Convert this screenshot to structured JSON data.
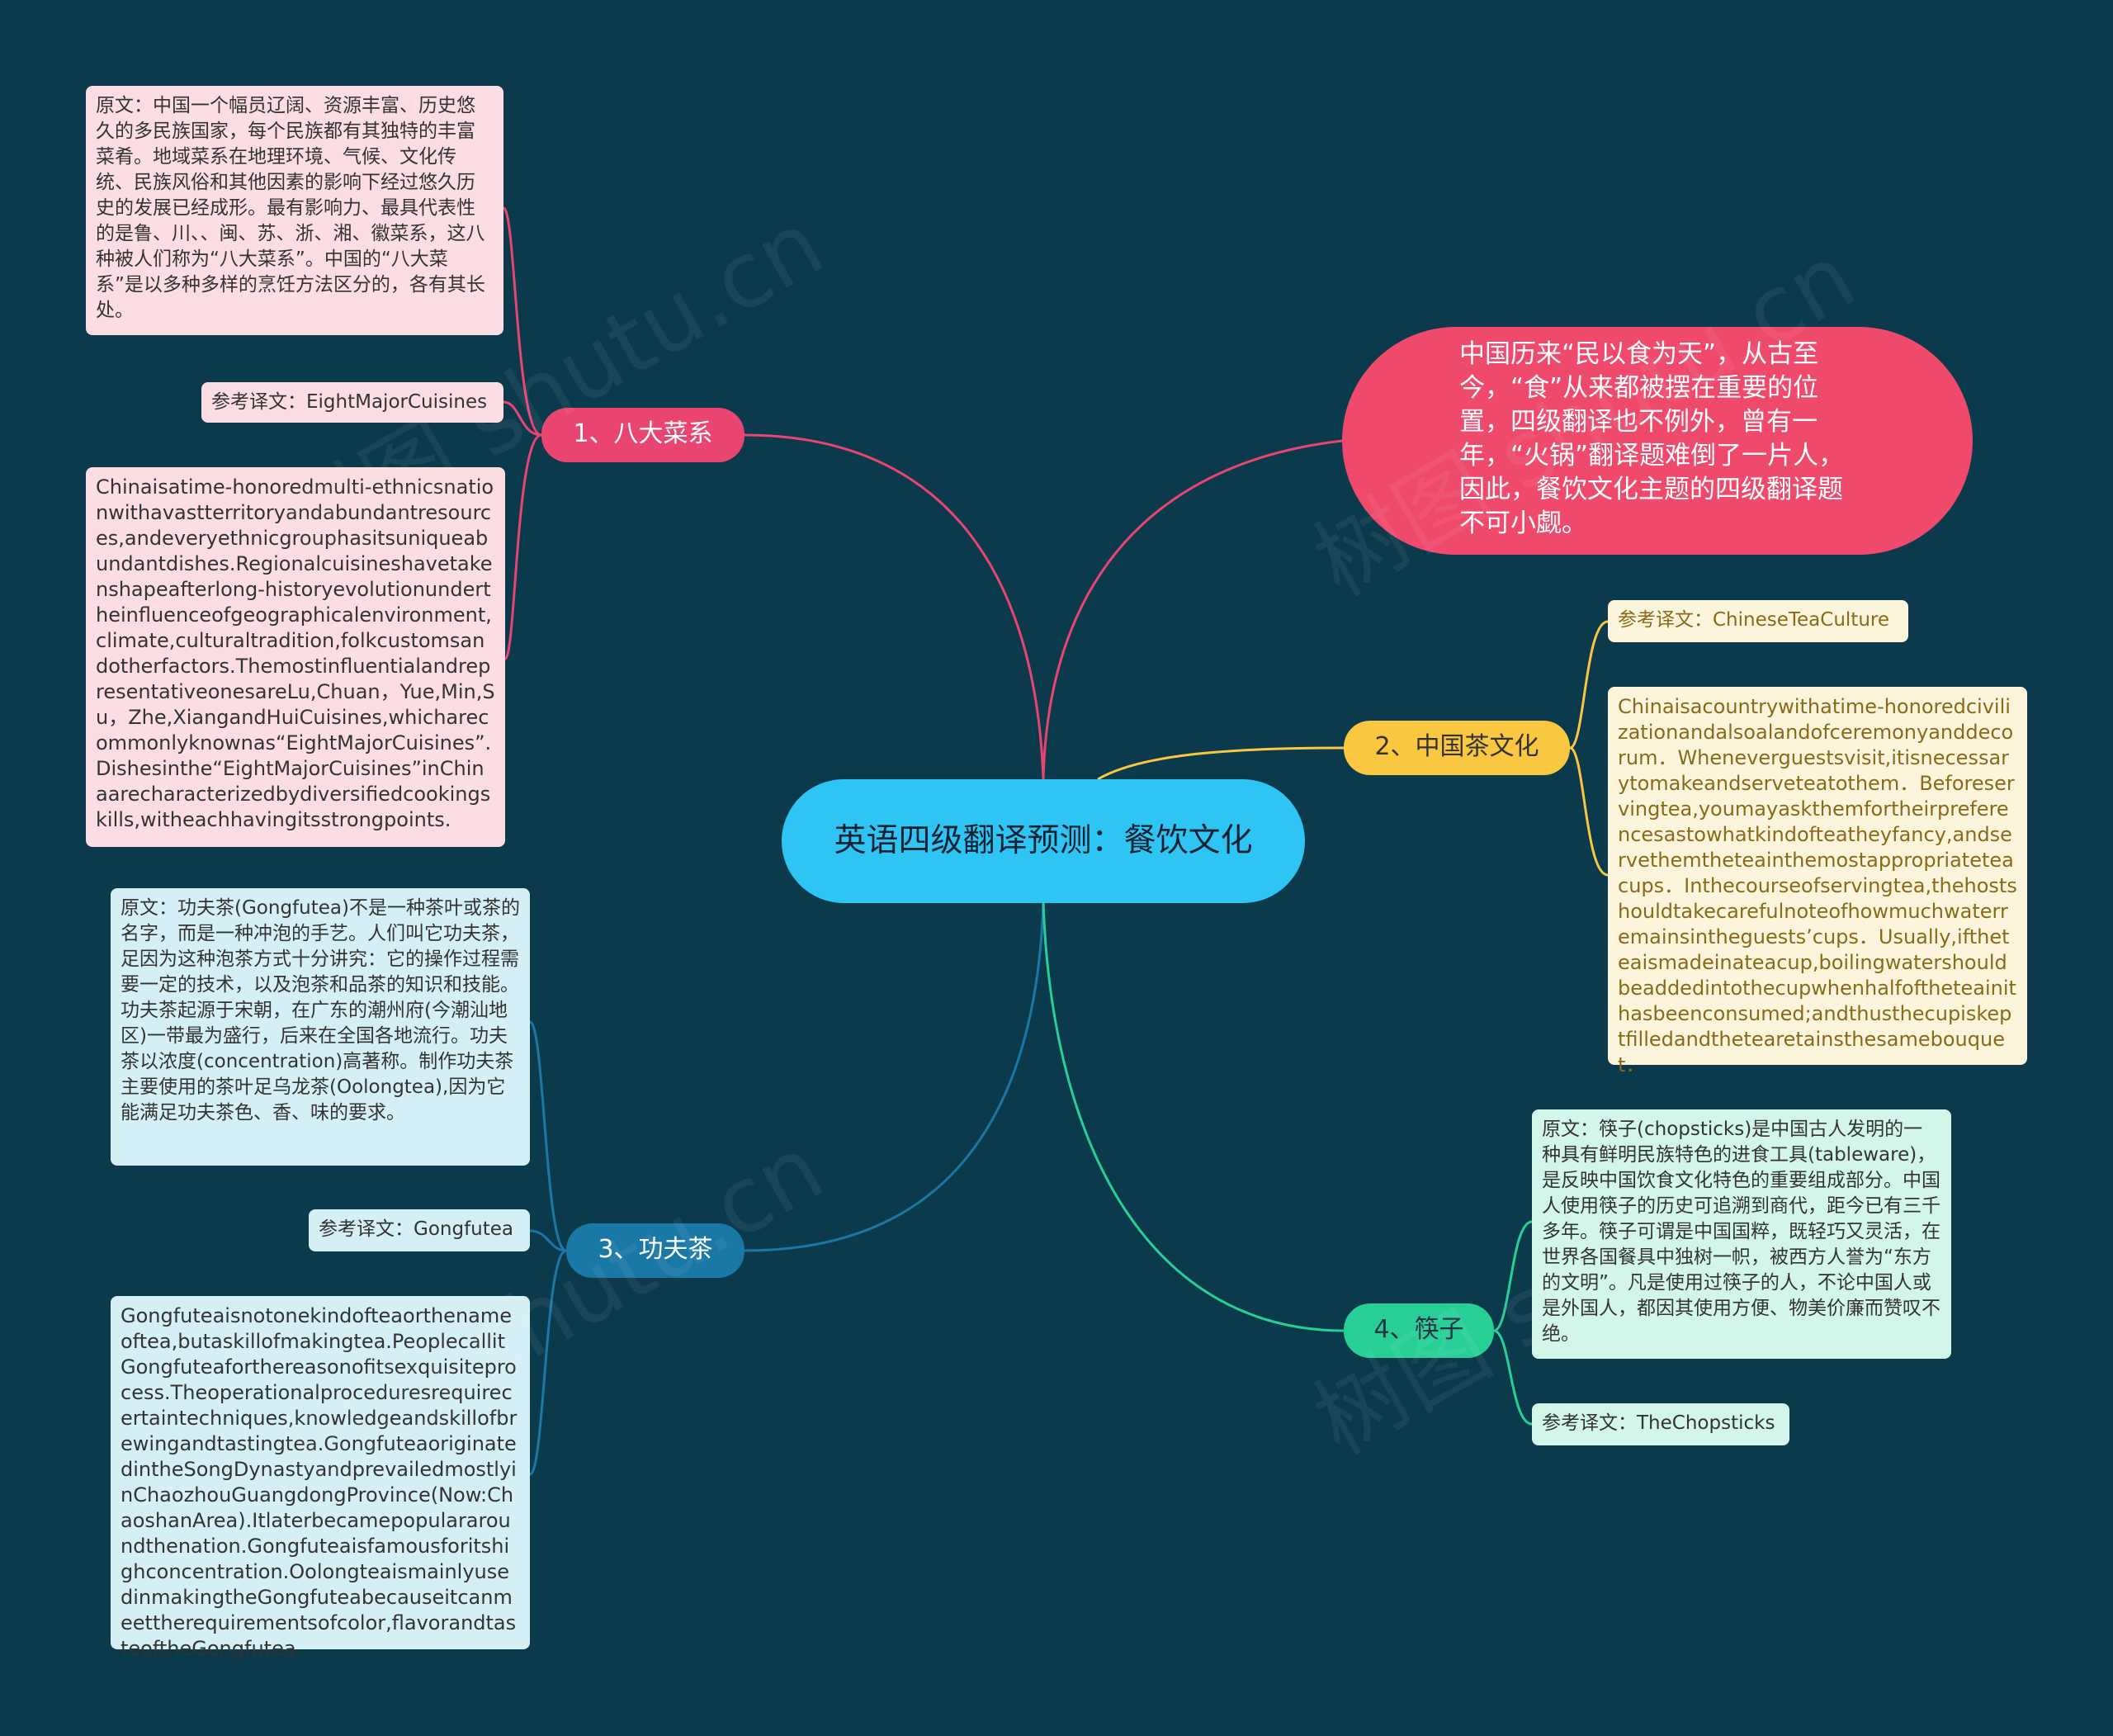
{
  "root": {
    "title": "英语四级翻译预测：餐饮文化"
  },
  "intro": {
    "text": "中国历来“民以食为天”，从古至今，“食”从来都被摆在重要的位置，四级翻译也不例外，曾有一年，“火锅”翻译题难倒了一片人，因此，餐饮文化主题的四级翻译题不可小觑。"
  },
  "branches": [
    {
      "label": "1、八大菜系",
      "original": "原文：中国一个幅员辽阔、资源丰富、历史悠久的多民族国家，每个民族都有其独特的丰富菜肴。地域菜系在地理环境、气候、文化传统、民族风俗和其他因素的影响下经过悠久历史的发展已经成形。最有影响力、最具代表性的是鲁、川、、闽、苏、浙、湘、徽菜系，这八种被人们称为“八大菜系”。中国的“八大菜系”是以多种多样的烹饪方法区分的，各有其长处。",
      "reference": "参考译文：EightMajorCuisines",
      "translation": "Chinaisatime-honoredmulti-ethnicsnationwithavastterritoryandabundantresources,andeveryethnicgrouphasitsuniqueabundantdishes.Regionalcuisineshavetakenshapeafterlong-historyevolutionundertheinfluenceofgeographicalenvironment,climate,culturaltradition,folkcustomsandotherfactors.ThemostinfluentialandrepresentativeonesareLu,Chuan，Yue,Min,Su，Zhe,XiangandHuiCuisines,whicharecommonlyknownas“EightMajorCuisines”.Dishesinthe“EightMajorCuisines”inChinaarecharacterizedbydiversifiedcookingskills,witheachhavingitsstrongpoints."
    },
    {
      "label": "2、中国茶文化",
      "reference": "参考译文：ChineseTeaCulture",
      "translation": "Chinaisacountrywithatime-honoredcivilizationandalsoalandofceremonyanddecorum．Wheneverguestsvisit,itisnecessarytomakeandserveteatothem．Beforeservingtea,youmayaskthemfortheirpreferencesastowhatkindofteatheyfancy,andservethemtheteainthemostappropriateteacups．Inthecourseofservingtea,thehostshouldtakecarefulnoteofhowmuchwaterremainsintheguests’cups．Usually,iftheteaismadeinateacup,boilingwatershouldbeaddedintothecupwhenhalfoftheteainithasbeenconsumed;andthusthecupiskeptfilledandthetearetainsthesamebouquet．"
    },
    {
      "label": "3、功夫茶",
      "original": "原文：功夫茶(Gongfutea)不是一种茶叶或茶的名字，而是一种冲泡的手艺。人们叫它功夫茶，足因为这种泡茶方式十分讲究：它的操作过程需要一定的技术，以及泡茶和品茶的知识和技能。功夫茶起源于宋朝，在广东的潮州府(今潮汕地区)一带最为盛行，后来在全国各地流行。功夫茶以浓度(concentration)高著称。制作功夫茶主要使用的茶叶足乌龙茶(Oolongtea),因为它能满足功夫茶色、香、味的要求。",
      "reference": "参考译文：Gongfutea",
      "translation": "Gongfuteaisnotonekindofteaorthenameoftea,butaskillofmakingtea.PeoplecallitGongfuteaforthereasonofitsexquisiteprocess.Theoperationalproceduresrequirecertaintechniques,knowledgeandskillofbrewingandtastingtea.GongfuteaoriginatedintheSongDynastyandprevailedmostlyinChaozhouGuangdongProvince(Now:ChaoshanArea).Itlaterbecamepopulararoundthenation.Gongfuteaisfamousforitshighconcentration.OolongteaismainlyusedinmakingtheGongfuteabecauseitcanmeettherequirementsofcolor,flavorandtasteoftheGongfutea."
    },
    {
      "label": "4、筷子",
      "original": "原文：筷子(chopsticks)是中国古人发明的一种具有鲜明民族特色的进食工具(tableware)，是反映中国饮食文化特色的重要组成部分。中国人使用筷子的历史可追溯到商代，距今已有三千多年。筷子可谓是中国国粹，既轻巧又灵活，在世界各国餐具中独树一帜，被西方人誉为“东方的文明”。凡是使用过筷子的人，不论中国人或是外国人，都因其使用方便、物美价廉而赞叹不绝。",
      "reference": "参考译文：TheChopsticks"
    }
  ],
  "colors": {
    "background": "#0b3a4d",
    "root": "#2ec5f4",
    "branch1": "#ea4570",
    "branch2": "#f9c740",
    "branch3": "#1a78a6",
    "branch4": "#27cf96"
  },
  "watermark": "树图 shutu.cn"
}
